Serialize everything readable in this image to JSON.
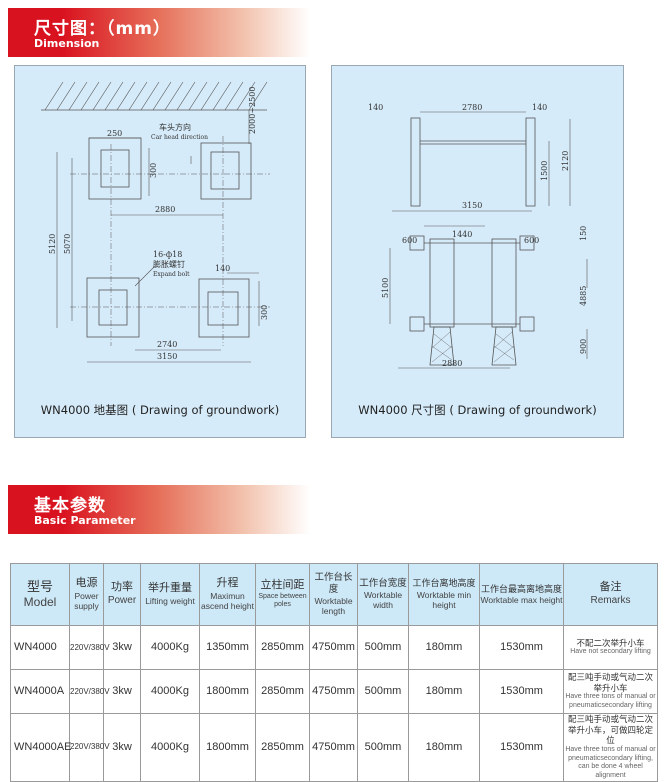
{
  "section1": {
    "title": "尺寸图：（mm）",
    "subtitle": "Dimension"
  },
  "section2": {
    "title": "基本参数",
    "subtitle": "Basic Parameter"
  },
  "drawing_left": {
    "caption": "WN4000 地基图 ( Drawing of groundwork)",
    "dims": [
      "250",
      "2000~2500",
      "300",
      "5120",
      "5070",
      "2880",
      "140",
      "300",
      "2740",
      "3150"
    ],
    "car_head_cn": "车头方向",
    "car_head_en": "Car head direction",
    "bolt_spec": "16-ф18",
    "bolt_cn": "膨胀螺钉",
    "bolt_en": "Expand bolt"
  },
  "drawing_right": {
    "caption": "WN4000 尺寸图 ( Drawing of groundwork)",
    "dims": [
      "140",
      "2780",
      "140",
      "1500",
      "2120",
      "3150",
      "1440",
      "600",
      "600",
      "150",
      "5100",
      "4885",
      "900",
      "2880"
    ]
  },
  "table": {
    "headers": [
      {
        "cn": "型号",
        "en": "Model"
      },
      {
        "cn": "电源",
        "en": "Power supply"
      },
      {
        "cn": "功率",
        "en": "Power"
      },
      {
        "cn": "举升重量",
        "en": "Lifting weight"
      },
      {
        "cn": "升程",
        "en": "Maximun ascend height"
      },
      {
        "cn": "立柱间距",
        "en": "Space between poles"
      },
      {
        "cn": "工作台长度",
        "en": "Worktable length"
      },
      {
        "cn": "工作台宽度",
        "en": "Worktable width"
      },
      {
        "cn": "工作台离地高度",
        "en": "Worktable min height"
      },
      {
        "cn": "工作台最高离地高度",
        "en": "Worktable max height"
      },
      {
        "cn": "备注",
        "en": "Remarks"
      }
    ],
    "rows": [
      {
        "cells": [
          "WN4000",
          "220V/380V",
          "3kw",
          "4000Kg",
          "1350mm",
          "2850mm",
          "4750mm",
          "500mm",
          "180mm",
          "1530mm"
        ],
        "remark_cn": "不配二次举升小车",
        "remark_en": "Have not secondary lifting"
      },
      {
        "cells": [
          "WN4000A",
          "220V/380V",
          "3kw",
          "4000Kg",
          "1800mm",
          "2850mm",
          "4750mm",
          "500mm",
          "180mm",
          "1530mm"
        ],
        "remark_cn": "配三吨手动或气动二次举升小车",
        "remark_en": "Have three tons of manual or pneumaticsecondary lifting"
      },
      {
        "cells": [
          "WN4000AE",
          "220V/380V",
          "3kw",
          "4000Kg",
          "1800mm",
          "2850mm",
          "4750mm",
          "500mm",
          "180mm",
          "1530mm"
        ],
        "remark_cn": "配三吨手动或气动二次举升小车，可做四轮定位",
        "remark_en": "Have three tons of manual or pneumaticsecondary lifting, can be done 4 wheel alignment"
      }
    ]
  },
  "colors": {
    "brand_red": "#d9121f",
    "panel_bg": "#d6ebf9",
    "header_bg": "#cde8f7"
  }
}
